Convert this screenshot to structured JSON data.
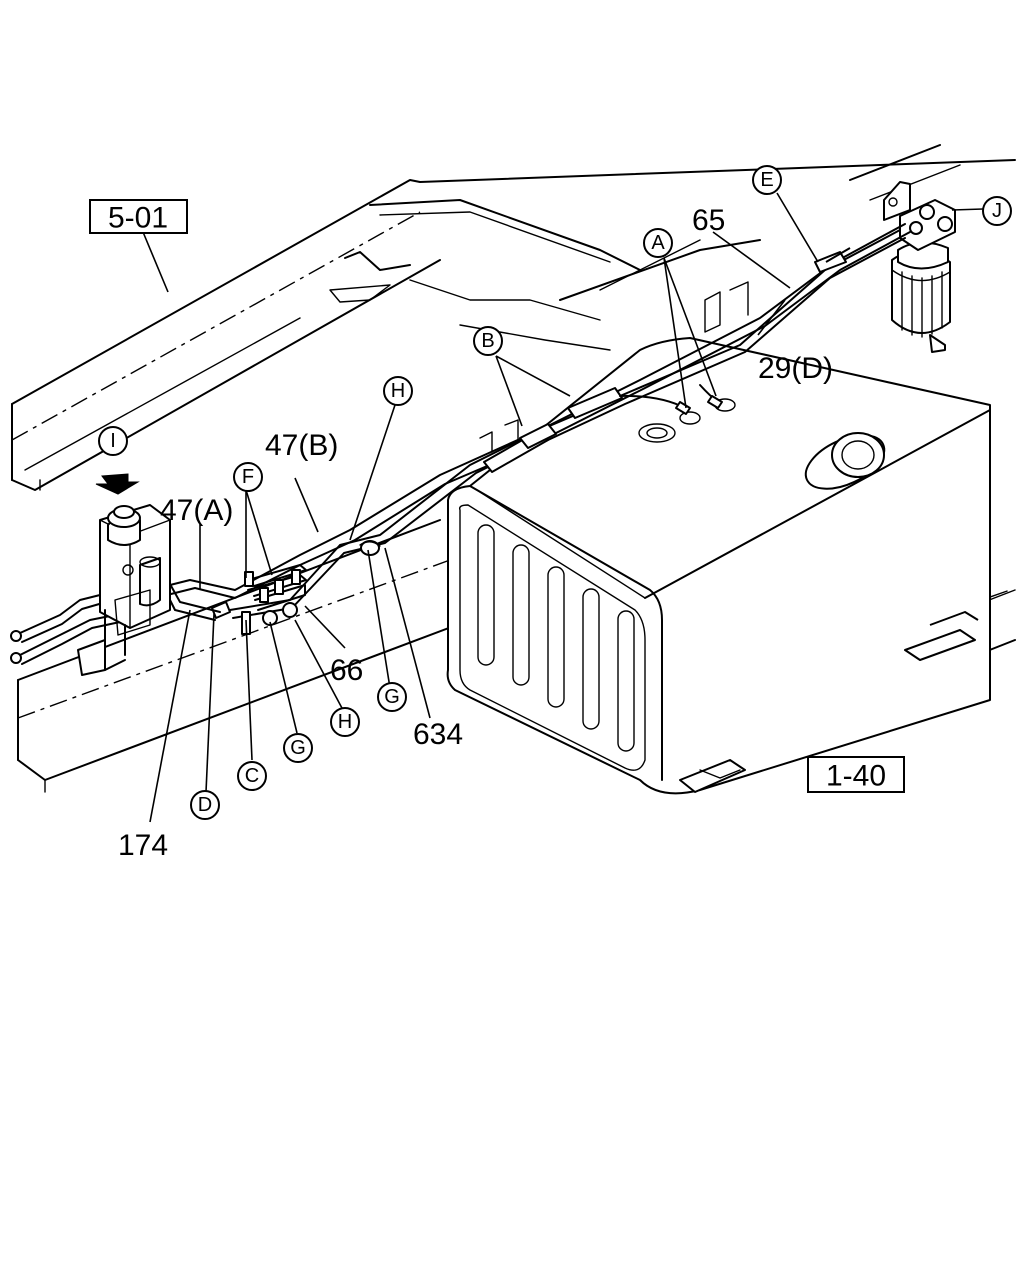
{
  "diagram": {
    "reference_boxes": [
      {
        "id": "ref-5-01",
        "label": "5-01"
      },
      {
        "id": "ref-1-40",
        "label": "1-40"
      }
    ],
    "part_numbers": [
      {
        "id": "pn-65",
        "label": "65"
      },
      {
        "id": "pn-29d",
        "label": "29(D)"
      },
      {
        "id": "pn-47b",
        "label": "47(B)"
      },
      {
        "id": "pn-47a",
        "label": "47(A)"
      },
      {
        "id": "pn-66",
        "label": "66"
      },
      {
        "id": "pn-634",
        "label": "634"
      },
      {
        "id": "pn-174",
        "label": "174"
      }
    ],
    "callouts": [
      {
        "id": "co-A",
        "label": "A"
      },
      {
        "id": "co-B",
        "label": "B"
      },
      {
        "id": "co-E",
        "label": "E"
      },
      {
        "id": "co-J",
        "label": "J"
      },
      {
        "id": "co-H1",
        "label": "H"
      },
      {
        "id": "co-I",
        "label": "I"
      },
      {
        "id": "co-F",
        "label": "F"
      },
      {
        "id": "co-G1",
        "label": "G"
      },
      {
        "id": "co-H2",
        "label": "H"
      },
      {
        "id": "co-G2",
        "label": "G"
      },
      {
        "id": "co-C",
        "label": "C"
      },
      {
        "id": "co-D",
        "label": "D"
      }
    ]
  }
}
